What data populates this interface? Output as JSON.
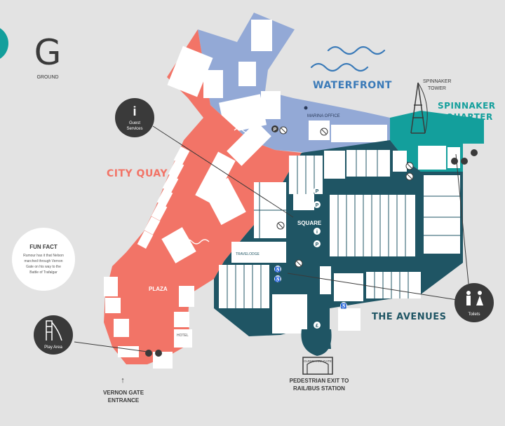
{
  "floor": {
    "letter": "G",
    "label": "GROUND"
  },
  "colors": {
    "background": "#e3e3e3",
    "city_quay": "#f27467",
    "waterfront": "#93a9d6",
    "avenues": "#1f5564",
    "spinnaker": "#139f9c",
    "dark": "#3a3a3a",
    "unit": "#ffffff"
  },
  "zones": {
    "waterfront": "WATERFRONT",
    "city_quay": "CITY QUAY",
    "spinnaker_line1": "SPINNAKER",
    "spinnaker_line2": "QUARTER",
    "avenues": "THE AVENUES",
    "square": "SQUARE",
    "plaza": "PLAZA"
  },
  "landmarks": {
    "marina_office": "MARINA OFFICE",
    "tower_line1": "SPINNAKER",
    "tower_line2": "TOWER",
    "vernon_line1": "VERNON GATE",
    "vernon_line2": "ENTRANCE",
    "exit_line1": "PEDESTRIAN EXIT TO",
    "exit_line2": "RAIL/BUS STATION",
    "gunwharf_gate": "GUNWHARF GATE",
    "travelodge": "TRAVELODGE",
    "hotel": "HOTEL"
  },
  "callouts": {
    "guest_services_line1": "Guest",
    "guest_services_line2": "Services",
    "toilets": "Toilets",
    "play_area": "Play Area"
  },
  "fun_fact": {
    "title": "FUN FACT",
    "line1": "Rumour has it that Nelson",
    "line2": "marched through Vernon",
    "line3": "Gate on his way to the",
    "line4": "Battle of Trafalgar"
  },
  "icons": {
    "guest_services": "info-icon",
    "toilets": "toilets-icon",
    "play_area": "slide-icon",
    "waves": "waves-icon",
    "parking": "parking-icon",
    "no_smoking": "no-smoking-icon",
    "accessible": "wheelchair-icon",
    "baby_change": "baby-change-icon",
    "cash_machine": "cash-machine-icon",
    "arrow_up": "arrow-up-icon"
  }
}
